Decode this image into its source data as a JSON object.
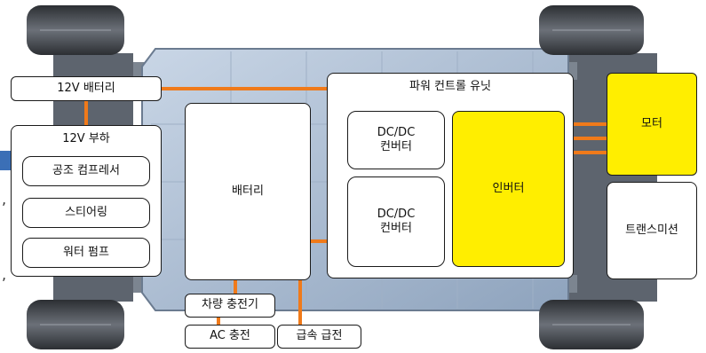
{
  "diagram": {
    "battery_12v": "12V 배터리",
    "load_12v": {
      "title": "12V 부하",
      "items": [
        "공조 컴프레서",
        "스티어링",
        "워터 펌프"
      ]
    },
    "battery": "배터리",
    "pcu": {
      "title": "파워 컨트롤 유닛",
      "dcdc_top": "DC/DC\n컨버터",
      "dcdc_bottom": "DC/DC\n컨버터",
      "inverter": "인버터"
    },
    "motor": "모터",
    "transmission": "트랜스미션",
    "onboard_charger": "차량 충전기",
    "ac_charging": "AC 충전",
    "fast_charging": "급속 급전"
  },
  "colors": {
    "wire": "#f07a1a",
    "highlight": "#ffee00",
    "border": "#1a1a1a",
    "battery_pack": "#aebfd4",
    "chassis": "#6f7783",
    "tire": "#3a3d42",
    "accent_tab": "#3b6fb6"
  }
}
